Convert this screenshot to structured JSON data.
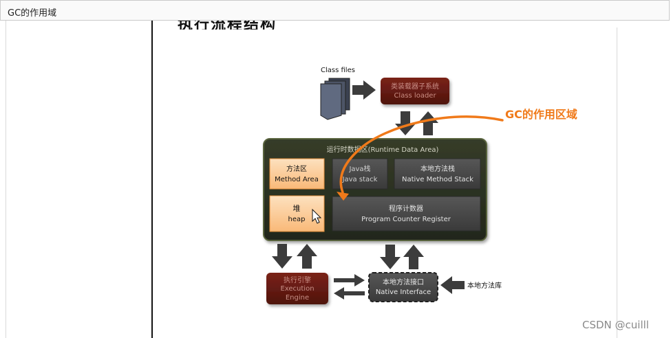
{
  "window": {
    "title": "GC的作用域"
  },
  "page": {
    "heading_fragment": "执行流程结构图"
  },
  "diagram": {
    "class_files_label": "Class files",
    "class_loader": {
      "line1": "类装载器子系统",
      "line2": "Class loader"
    },
    "gc_label": "GC的作用区域",
    "runtime_area_title": "运行时数据区(Runtime Data Area)",
    "method_area": {
      "line1": "方法区",
      "line2": "Method Area"
    },
    "java_stack": {
      "line1": "Java栈",
      "line2": "Java stack"
    },
    "native_stack": {
      "line1": "本地方法栈",
      "line2": "Native Method Stack"
    },
    "heap": {
      "line1": "堆",
      "line2": "heap"
    },
    "pc_register": {
      "line1": "程序计数器",
      "line2": "Program Counter Register"
    },
    "exec_engine": {
      "line1": "执行引擎",
      "line2": "Execution",
      "line3": "Engine"
    },
    "native_interface": {
      "line1": "本地方法接口",
      "line2": "Native Interface"
    },
    "native_library_label": "本地方法库",
    "colors": {
      "accent_orange": "#f07a1a",
      "runtime_bg": "#2e3322",
      "runtime_border": "#525c38",
      "loader_red": "#6b1d15",
      "cell_gray": "#4b4b4b",
      "highlight_orange": "#fcd3a3"
    }
  },
  "watermark": "CSDN @cuilll"
}
